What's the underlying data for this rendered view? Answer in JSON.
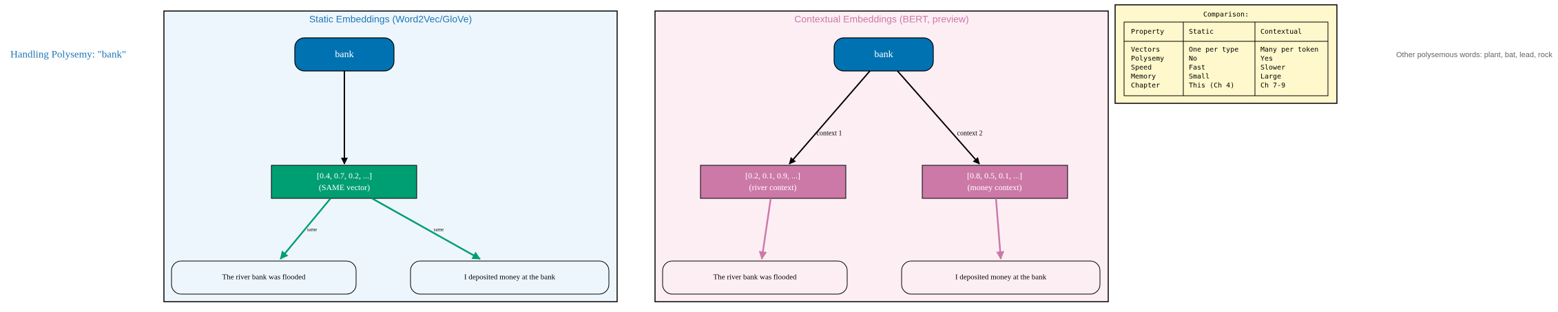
{
  "title": "Handling Polysemy: \"bank\"",
  "note": "Other polysemous words: plant, bat, lead, rock",
  "colors": {
    "title": "#1f77b4",
    "blue": "#0072b2",
    "green": "#009e73",
    "pink": "#cc79a7",
    "static_bg": "#eef6fd",
    "context_bg": "#fdeef4",
    "table_bg": "#fff8cc"
  },
  "static_panel": {
    "label": "Static Embeddings (Word2Vec/GloVe)",
    "word": "bank",
    "vector_line1": "[0.4, 0.7, 0.2, ...]",
    "vector_line2": "(SAME vector)",
    "edge_label": "same",
    "sentences": [
      "The river bank was flooded",
      "I deposited money at the bank"
    ]
  },
  "context_panel": {
    "label": "Contextual Embeddings (BERT, preview)",
    "word": "bank",
    "edges": [
      "context 1",
      "context 2"
    ],
    "vectors": [
      {
        "line1": "[0.2, 0.1, 0.9, ...]",
        "line2": "(river context)"
      },
      {
        "line1": "[0.8, 0.5, 0.1, ...]",
        "line2": "(money context)"
      }
    ],
    "sentences": [
      "The river bank was flooded",
      "I deposited money at the bank"
    ]
  },
  "comparison": {
    "title": "Comparison:",
    "headers": [
      "Property",
      "Static",
      "Contextual"
    ],
    "rows": [
      [
        "Vectors",
        "One per type",
        "Many per token"
      ],
      [
        "Polysemy",
        "No",
        "Yes"
      ],
      [
        "Speed",
        "Fast",
        "Slower"
      ],
      [
        "Memory",
        "Small",
        "Large"
      ],
      [
        "Chapter",
        "This (Ch 4)",
        "Ch 7-9"
      ]
    ]
  }
}
